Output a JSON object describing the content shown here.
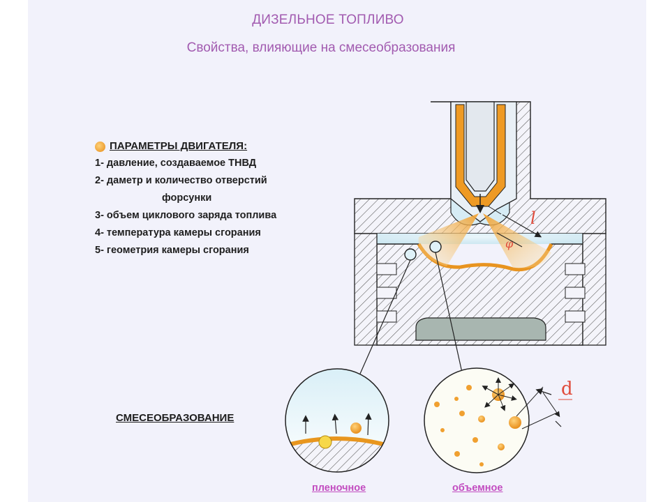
{
  "title": "ДИЗЕЛЬНОЕ ТОПЛИВО",
  "subtitle": "Свойства, влияющие на смесеобразования",
  "parameters": {
    "heading": "ПАРАМЕТРЫ ДВИГАТЕЛЯ:",
    "items": [
      "1- давление, создаваемое ТНВД",
      "2- даметр и количество отверстий",
      "форсунки",
      "3- объем циклового заряда топлива",
      "4- температура камеры сгорания",
      "5- геометрия камеры сгорания"
    ]
  },
  "mixing_label": "СМЕСЕОБРАЗОВАНИЕ",
  "captions": {
    "film": "пленочное",
    "volume": "объемное"
  },
  "diagram_labels": {
    "length": "l",
    "angle": "φ",
    "diameter": "d"
  },
  "colors": {
    "title": "#a25bb0",
    "fuel": "#e8961e",
    "caption": "#c24cc0",
    "annotation": "#e04a3a",
    "background": "#f2f2fb"
  }
}
